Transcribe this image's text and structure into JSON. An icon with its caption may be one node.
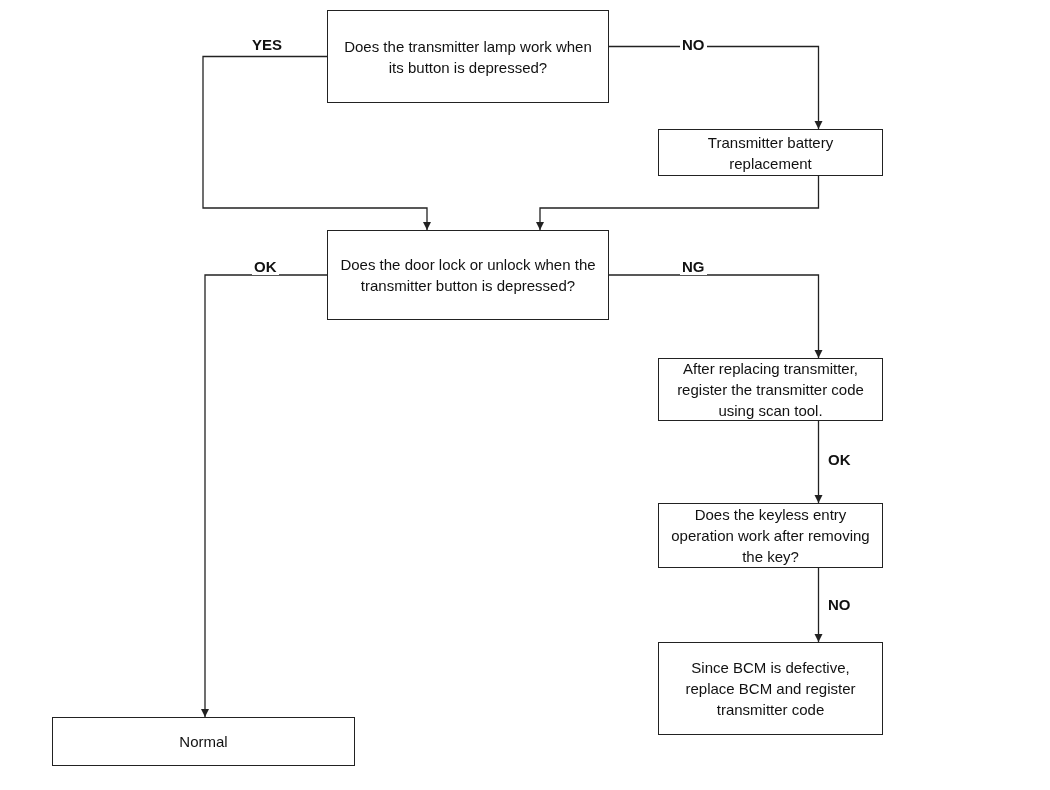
{
  "diagram": {
    "nodes": [
      {
        "text": [
          "Does the transmitter lamp work when its button is depressed?"
        ]
      },
      {
        "text": [
          "Transmitter battery replacement"
        ]
      },
      {
        "text": [
          "Does the door lock or unlock when the transmitter button is depressed?"
        ]
      },
      {
        "text": [
          "After replacing transmitter, register the transmitter code using scan tool."
        ]
      },
      {
        "text": [
          "Does the keyless entry operation work after removing the key?"
        ]
      },
      {
        "text": [
          "Since BCM is defective, replace BCM and register transmitter code"
        ]
      },
      {
        "text": [
          "Normal"
        ]
      }
    ],
    "edges": [
      {
        "from": 0,
        "to": 2,
        "arrow": "to",
        "label": "YES"
      },
      {
        "from": 0,
        "to": 1,
        "arrow": "to",
        "label": "NO"
      },
      {
        "from": 1,
        "to": 2,
        "arrow": "to"
      },
      {
        "from": 2,
        "to": 6,
        "arrow": "to",
        "label": "OK"
      },
      {
        "from": 2,
        "to": 3,
        "arrow": "to",
        "label": "NG"
      },
      {
        "from": 3,
        "to": 4,
        "arrow": "to",
        "label": "OK"
      },
      {
        "from": 4,
        "to": 5,
        "arrow": "to",
        "label": "NO"
      }
    ]
  }
}
